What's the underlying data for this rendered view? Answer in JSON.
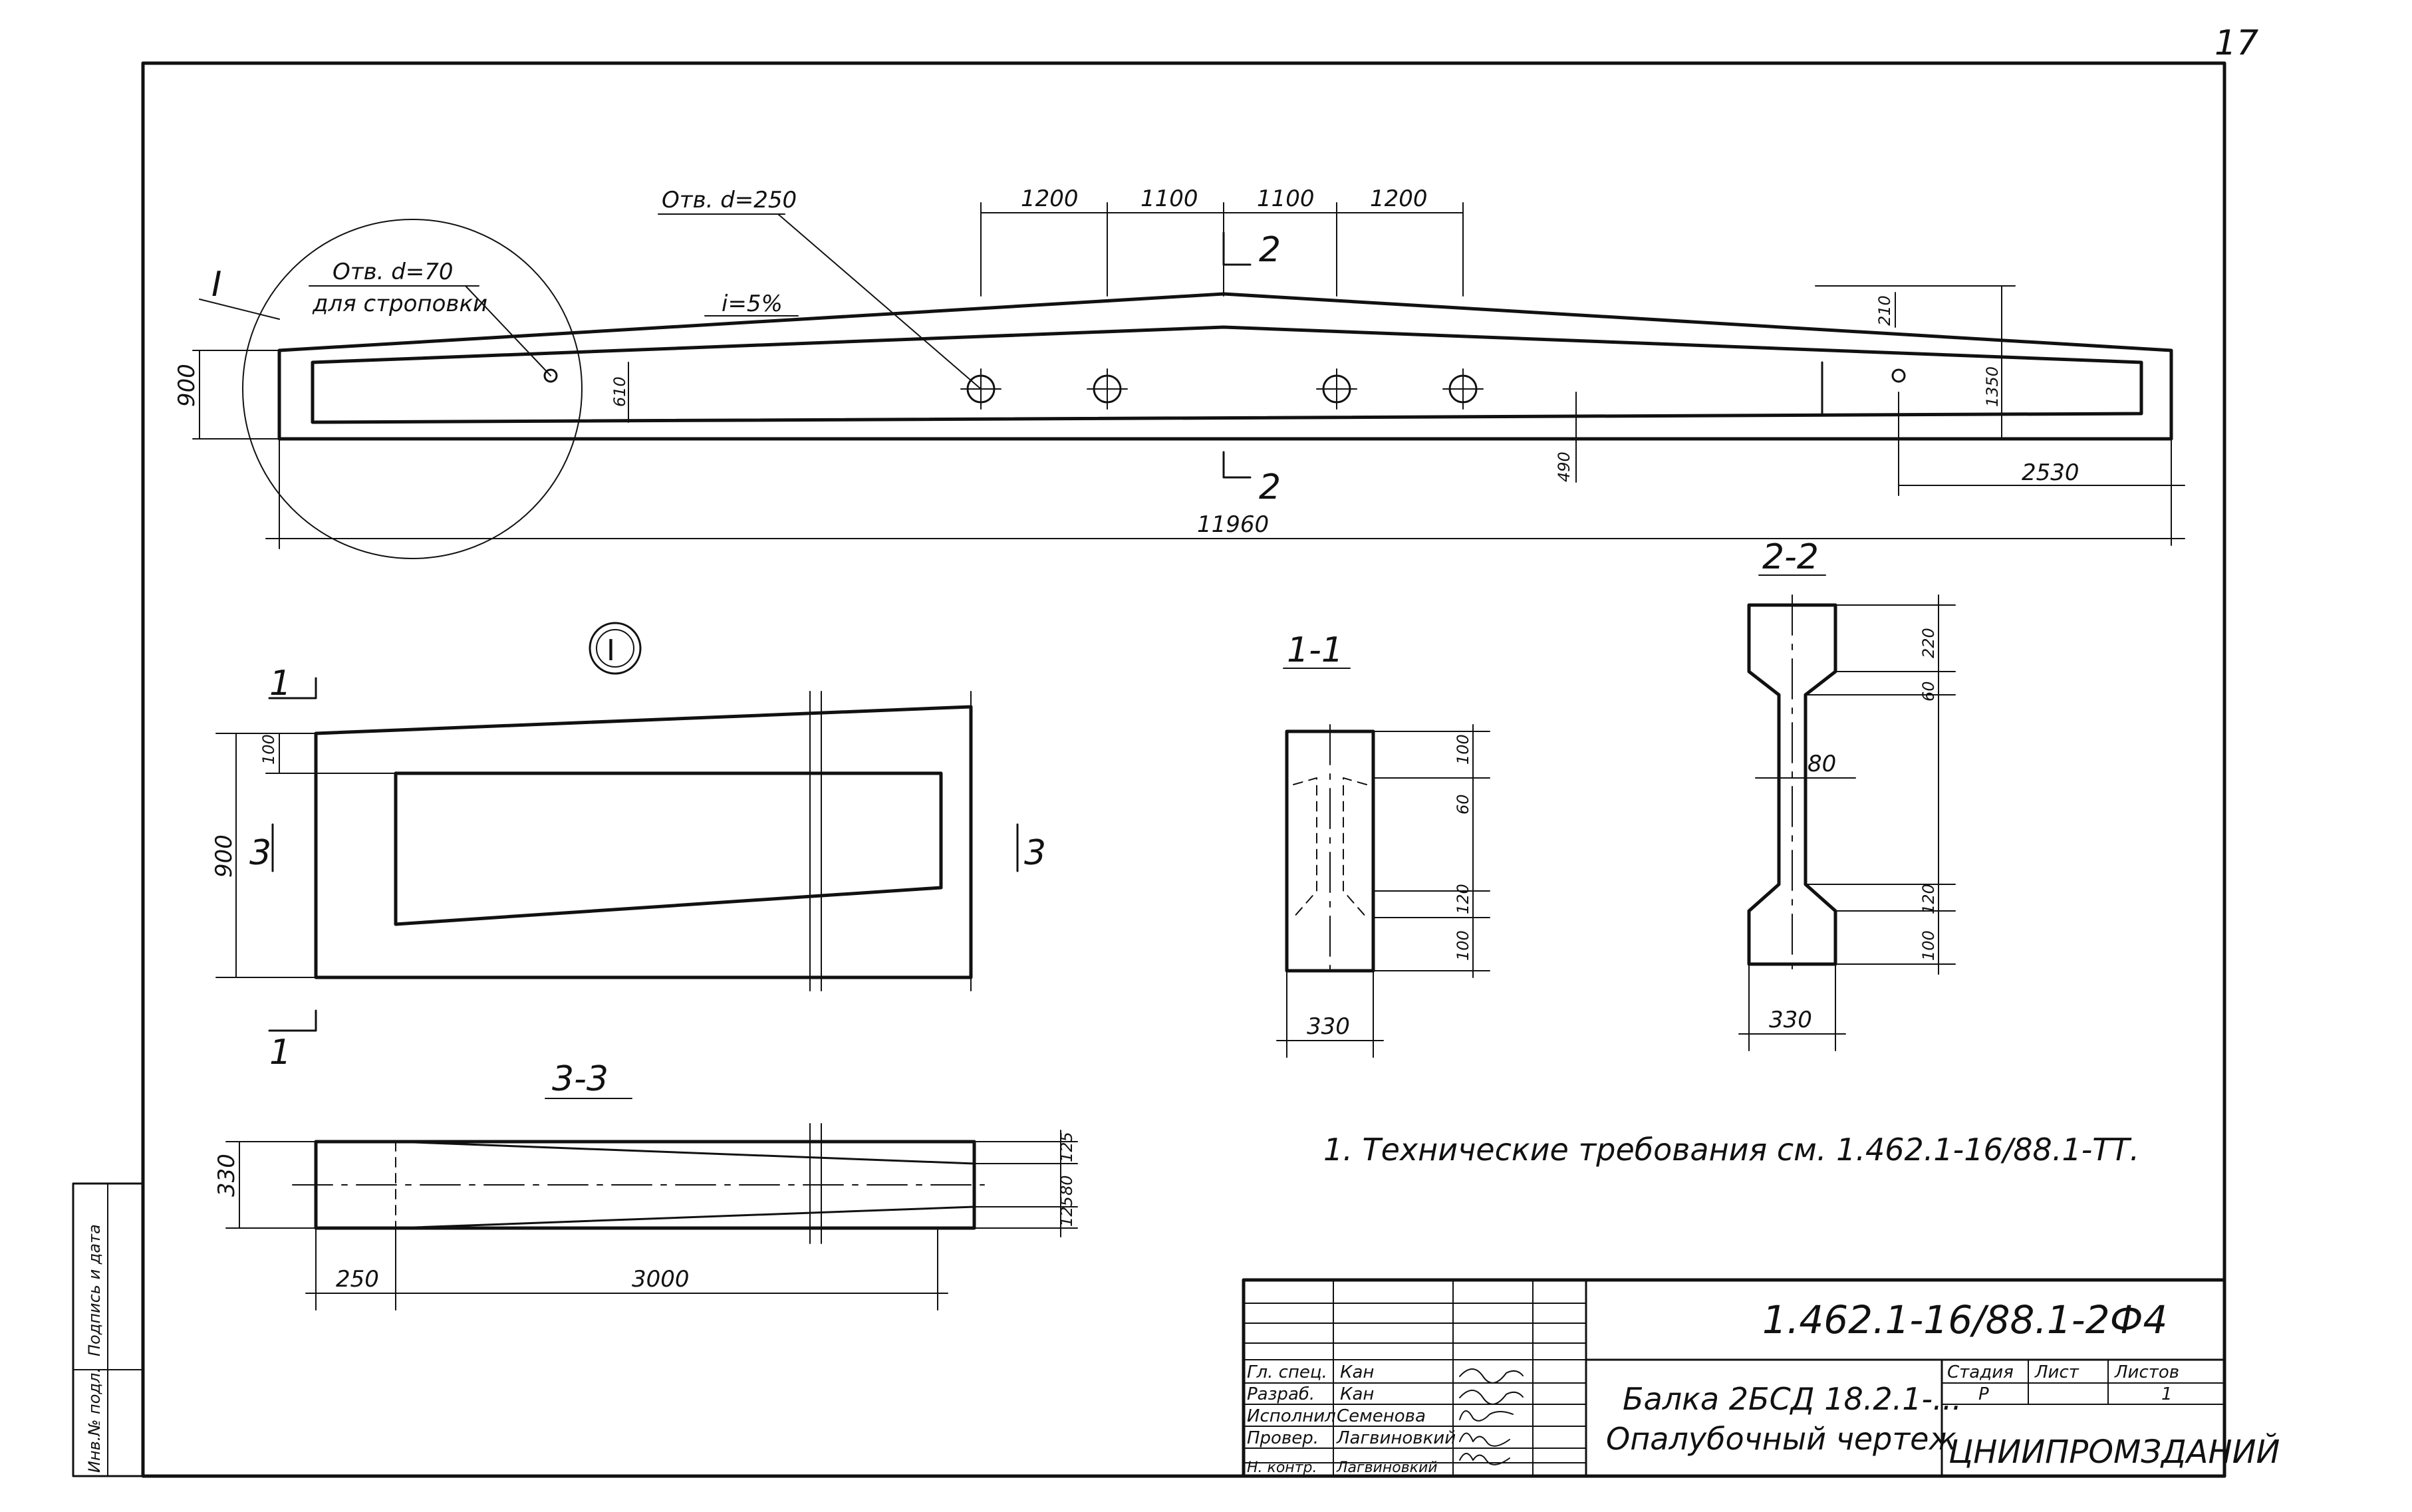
{
  "sheet": {
    "number": "17"
  },
  "main_view": {
    "section_tag": "I",
    "hole_small": "Отв. d=70",
    "hole_small_purpose": "для строповки",
    "hole_large": "Отв. d=250",
    "slope": "i=5%",
    "dim_spacings": [
      "1200",
      "1100",
      "1100",
      "1200"
    ],
    "section_mark": "2",
    "dim_height": "900",
    "dim_inner_height": "610",
    "dim_top_offset": "210",
    "dim_bottom": "490",
    "dim_end_height": "1350",
    "dim_end_length": "2530",
    "dim_total_length": "11960"
  },
  "detail_I": {
    "title": "I",
    "cut_mark_1": "1",
    "cut_mark_3": "3",
    "dim_top": "100",
    "dim_height": "900"
  },
  "section_1_1": {
    "title": "1-1",
    "dims_right": [
      "100",
      "60",
      "120",
      "100"
    ],
    "dim_width": "330"
  },
  "section_2_2": {
    "title": "2-2",
    "dims_right": [
      "220",
      "60",
      "120",
      "100"
    ],
    "dim_web": "80",
    "dim_width": "330"
  },
  "section_3_3": {
    "title": "3-3",
    "dim_width": "330",
    "dims_right": [
      "125",
      "80",
      "125"
    ],
    "dim_end": "250",
    "dim_length": "3000"
  },
  "notes": [
    "1. Технические требования см. 1.462.1-16/88.1-ТТ."
  ],
  "side_stamp": [
    "Инв.№ подл.",
    "Подпись и дата"
  ],
  "title_block": {
    "code": "1.462.1-16/88.1-2Ф4",
    "name_line1": "Балка 2БСД 18.2.1-...",
    "name_line2": "Опалубочный чертеж",
    "stage_header": "Стадия",
    "sheet_header": "Лист",
    "sheets_header": "Листов",
    "stage": "Р",
    "sheets": "1",
    "organization": "ЦНИИПРОМЗДАНИЙ",
    "rows": [
      {
        "role": "Гл. спец.",
        "name": "Кан"
      },
      {
        "role": "Разраб.",
        "name": "Кан"
      },
      {
        "role": "Исполнил",
        "name": "Семенова"
      },
      {
        "role": "Провер.",
        "name": "Лагвиновкий"
      },
      {
        "role": "Н. контр.",
        "name": "Лагвиновкий"
      }
    ]
  }
}
